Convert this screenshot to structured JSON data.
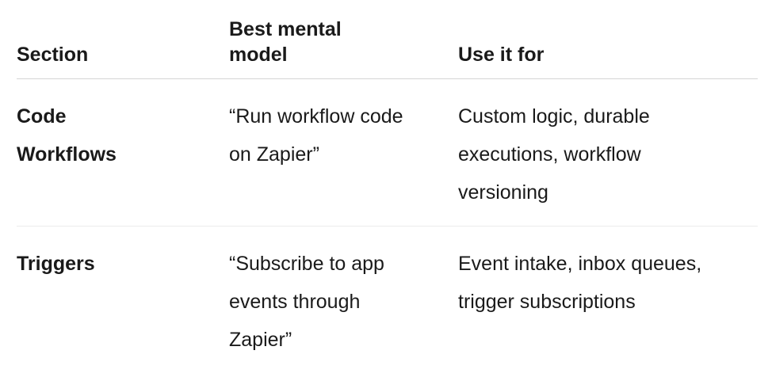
{
  "columns": {
    "section": "Section",
    "model": "Best mental model",
    "use": "Use it for"
  },
  "rows": [
    {
      "section": "Code Workflows",
      "model": "“Run workflow code on Zapier”",
      "use": "Custom logic, durable executions, workflow versioning"
    },
    {
      "section": "Triggers",
      "model": "“Subscribe to app events through Zapier”",
      "use": "Event intake, inbox queues, trigger subscriptions"
    }
  ]
}
